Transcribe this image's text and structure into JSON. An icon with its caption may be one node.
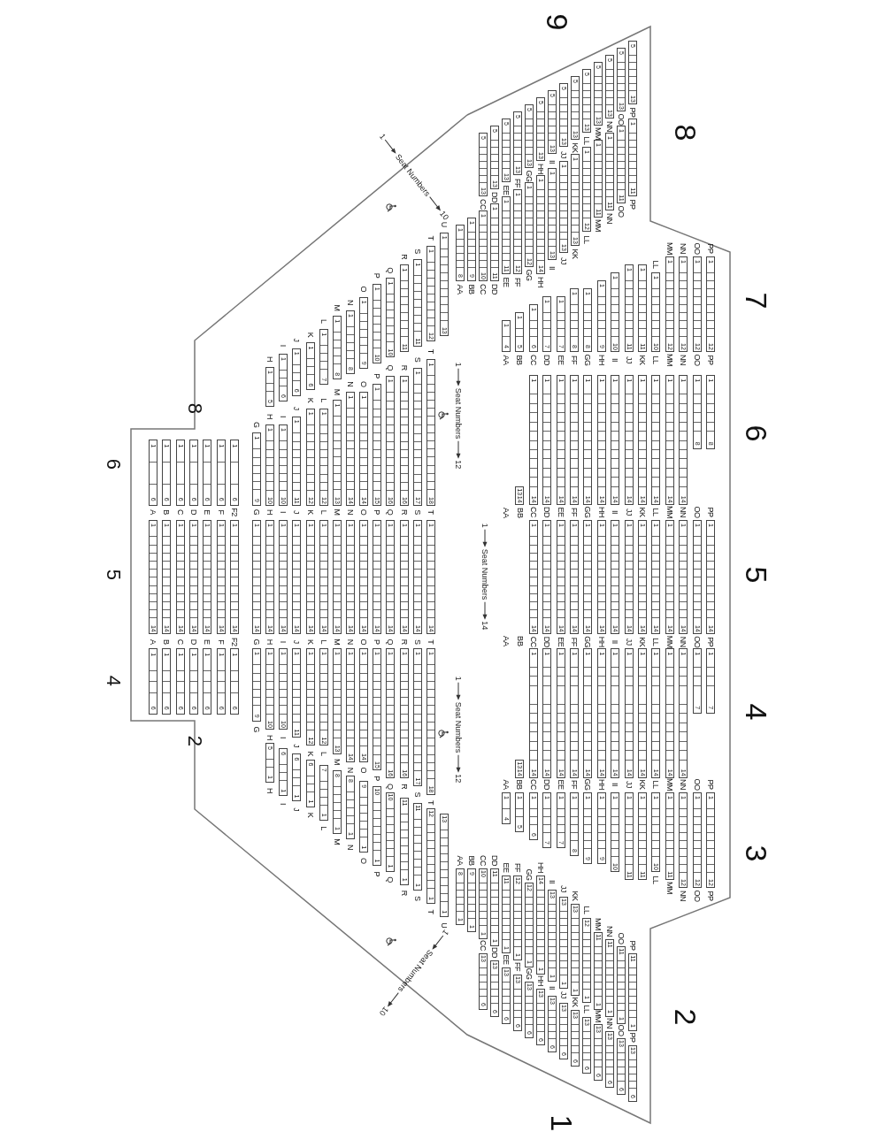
{
  "diagram": {
    "nodes": [
      {
        "text": [
          "1",
          "6"
        ]
      },
      {
        "text": [
          "1",
          "6"
        ]
      },
      {
        "text": [
          "1",
          "6"
        ]
      },
      {
        "text": [
          "1",
          "6"
        ]
      },
      {
        "text": [
          "1",
          "6"
        ]
      },
      {
        "text": [
          "1",
          "6"
        ]
      },
      {
        "text": [
          "1",
          "6"
        ]
      },
      {
        "text": [
          "1",
          "14"
        ],
        "beside": [
          "A",
          "A"
        ]
      },
      {
        "text": [
          "1",
          "14"
        ],
        "beside": [
          "B",
          "B"
        ]
      },
      {
        "text": [
          "1",
          "14"
        ],
        "beside": [
          "C",
          "C"
        ]
      },
      {
        "text": [
          "1",
          "14"
        ],
        "beside": [
          "D",
          "D"
        ]
      },
      {
        "text": [
          "1",
          "14"
        ],
        "beside": [
          "E",
          "E"
        ]
      },
      {
        "text": [
          "1",
          "14"
        ],
        "beside": [
          "F",
          "F"
        ]
      },
      {
        "text": [
          "1",
          "14"
        ],
        "beside": [
          "F2",
          "F2"
        ]
      },
      {
        "text": [
          "1",
          "6"
        ]
      },
      {
        "text": [
          "1",
          "6"
        ]
      },
      {
        "text": [
          "1",
          "6"
        ]
      },
      {
        "text": [
          "1",
          "6"
        ]
      },
      {
        "text": [
          "1",
          "6"
        ]
      },
      {
        "text": [
          "1",
          "6"
        ]
      },
      {
        "text": [
          "1",
          "6"
        ]
      },
      {
        "text": [
          "1",
          "9"
        ],
        "beside": [
          "G"
        ]
      },
      {
        "text": [
          "1",
          "10"
        ],
        "beside": [
          "H"
        ]
      },
      {
        "text": [
          "1",
          "10"
        ],
        "beside": [
          "I"
        ]
      },
      {
        "text": [
          "1",
          "11"
        ],
        "beside": [
          "J"
        ]
      },
      {
        "text": [
          "1",
          "12"
        ],
        "beside": [
          "K"
        ]
      },
      {
        "text": [
          "1",
          "12"
        ],
        "beside": [
          "L"
        ]
      },
      {
        "text": [
          "1",
          "13"
        ],
        "beside": [
          "M"
        ]
      },
      {
        "text": [
          "1",
          "14"
        ],
        "beside": [
          "N"
        ]
      },
      {
        "text": [
          "1",
          "14"
        ],
        "beside": [
          "O"
        ]
      },
      {
        "text": [
          "1",
          "15"
        ],
        "beside": [
          "P"
        ]
      },
      {
        "text": [
          "1",
          "16"
        ],
        "beside": [
          "Q"
        ]
      },
      {
        "text": [
          "1",
          "16"
        ],
        "beside": [
          "R"
        ]
      },
      {
        "text": [
          "1",
          "17"
        ],
        "beside": [
          "S"
        ]
      },
      {
        "text": [
          "1",
          "18"
        ],
        "beside": [
          "T"
        ]
      },
      {
        "text": [
          "1",
          "14"
        ],
        "beside": [
          "G",
          "G"
        ]
      },
      {
        "text": [
          "1",
          "14"
        ],
        "beside": [
          "H",
          "H"
        ]
      },
      {
        "text": [
          "1",
          "14"
        ],
        "beside": [
          "I",
          "I"
        ]
      },
      {
        "text": [
          "1",
          "14"
        ],
        "beside": [
          "J",
          "J"
        ]
      },
      {
        "text": [
          "1",
          "14"
        ],
        "beside": [
          "K",
          "K"
        ]
      },
      {
        "text": [
          "1",
          "14"
        ],
        "beside": [
          "L",
          "L"
        ]
      },
      {
        "text": [
          "1",
          "14"
        ],
        "beside": [
          "M",
          "M"
        ]
      },
      {
        "text": [
          "1",
          "14"
        ],
        "beside": [
          "N",
          "N"
        ]
      },
      {
        "text": [
          "1",
          "14"
        ],
        "beside": [
          "O",
          "O"
        ]
      },
      {
        "text": [
          "1",
          "14"
        ],
        "beside": [
          "P",
          "P"
        ]
      },
      {
        "text": [
          "1",
          "14"
        ],
        "beside": [
          "Q",
          "Q"
        ]
      },
      {
        "text": [
          "1",
          "14"
        ],
        "beside": [
          "R",
          "R"
        ]
      },
      {
        "text": [
          "1",
          "14"
        ],
        "beside": [
          "S",
          "S"
        ]
      },
      {
        "text": [
          "1",
          "14"
        ],
        "beside": [
          "T",
          "T"
        ]
      },
      {
        "text": [
          "1",
          "9"
        ],
        "beside": [
          "G"
        ]
      },
      {
        "text": [
          "1",
          "10"
        ],
        "beside": [
          "H"
        ]
      },
      {
        "text": [
          "1",
          "10"
        ],
        "beside": [
          "I"
        ]
      },
      {
        "text": [
          "1",
          "11"
        ],
        "beside": [
          "J"
        ]
      },
      {
        "text": [
          "1",
          "12"
        ],
        "beside": [
          "K"
        ]
      },
      {
        "text": [
          "1",
          "12"
        ],
        "beside": [
          "L"
        ]
      },
      {
        "text": [
          "1",
          "13"
        ],
        "beside": [
          "M"
        ]
      },
      {
        "text": [
          "1",
          "14"
        ],
        "beside": [
          "N"
        ]
      },
      {
        "text": [
          "1",
          "14"
        ],
        "beside": [
          "O"
        ]
      },
      {
        "text": [
          "1",
          "15"
        ],
        "beside": [
          "P"
        ]
      },
      {
        "text": [
          "1",
          "16"
        ],
        "beside": [
          "Q"
        ]
      },
      {
        "text": [
          "1",
          "16"
        ],
        "beside": [
          "R"
        ]
      },
      {
        "text": [
          "1",
          "17"
        ],
        "beside": [
          "S"
        ]
      },
      {
        "text": [
          "1",
          "18"
        ],
        "beside": [
          "T"
        ]
      },
      {
        "text": [
          "1",
          "5"
        ],
        "beside": [
          "H"
        ]
      },
      {
        "text": [
          "1",
          "6"
        ],
        "beside": [
          "I"
        ]
      },
      {
        "text": [
          "1",
          "6"
        ],
        "beside": [
          "J"
        ]
      },
      {
        "text": [
          "1",
          "6"
        ],
        "beside": [
          "K"
        ]
      },
      {
        "text": [
          "1",
          "7"
        ],
        "beside": [
          "L"
        ]
      },
      {
        "text": [
          "1",
          "8"
        ],
        "beside": [
          "M"
        ]
      },
      {
        "text": [
          "1",
          "8"
        ],
        "beside": [
          "N"
        ]
      },
      {
        "text": [
          "1",
          "9"
        ],
        "beside": [
          "O"
        ]
      },
      {
        "text": [
          "1",
          "10"
        ],
        "beside": [
          "P"
        ]
      },
      {
        "text": [
          "1",
          "10"
        ],
        "beside": [
          "Q"
        ]
      },
      {
        "text": [
          "1",
          "11"
        ],
        "beside": [
          "R"
        ]
      },
      {
        "text": [
          "1",
          "11"
        ],
        "beside": [
          "S"
        ]
      },
      {
        "text": [
          "1",
          "12"
        ],
        "beside": [
          "T"
        ]
      },
      {
        "text": [
          "1",
          "13"
        ],
        "beside": [
          "U"
        ]
      },
      {
        "text": [
          "5",
          "1"
        ],
        "beside": [
          "H"
        ]
      },
      {
        "text": [
          "6",
          "1"
        ],
        "beside": [
          "I"
        ]
      },
      {
        "text": [
          "6",
          "1"
        ],
        "beside": [
          "J"
        ]
      },
      {
        "text": [
          "6",
          "1"
        ],
        "beside": [
          "K"
        ]
      },
      {
        "text": [
          "7",
          "1"
        ],
        "beside": [
          "L"
        ]
      },
      {
        "text": [
          "8",
          "1"
        ],
        "beside": [
          "M"
        ]
      },
      {
        "text": [
          "8",
          "1"
        ],
        "beside": [
          "N"
        ]
      },
      {
        "text": [
          "9",
          "1"
        ],
        "beside": [
          "O"
        ]
      },
      {
        "text": [
          "10",
          "1"
        ],
        "beside": [
          "P"
        ]
      },
      {
        "text": [
          "10",
          "1"
        ],
        "beside": [
          "Q"
        ]
      },
      {
        "text": [
          "11",
          "1"
        ],
        "beside": [
          "R"
        ]
      },
      {
        "text": [
          "11",
          "1"
        ],
        "beside": [
          "S"
        ]
      },
      {
        "text": [
          "12",
          "1"
        ],
        "beside": [
          "T"
        ]
      },
      {
        "text": [
          "13",
          "1"
        ],
        "beside": [
          "U"
        ]
      },
      {
        "text": [
          "1",
          "4"
        ],
        "beside": [
          "AA"
        ]
      },
      {
        "text": [
          "1",
          "5"
        ],
        "beside": [
          "BB"
        ]
      },
      {
        "text": [
          "1",
          "6"
        ],
        "beside": [
          "CC"
        ]
      },
      {
        "text": [
          "1",
          "7"
        ],
        "beside": [
          "DD"
        ]
      },
      {
        "text": [
          "1",
          "7"
        ],
        "beside": [
          "EE"
        ]
      },
      {
        "text": [
          "1",
          "8"
        ],
        "beside": [
          "FF"
        ]
      },
      {
        "text": [
          "1",
          "8"
        ],
        "beside": [
          "GG"
        ]
      },
      {
        "text": [
          "1",
          "9"
        ],
        "beside": [
          "HH"
        ]
      },
      {
        "text": [
          "1",
          "10"
        ],
        "beside": [
          "II"
        ]
      },
      {
        "text": [
          "1",
          "11"
        ],
        "beside": [
          "JJ"
        ]
      },
      {
        "text": [
          "1",
          "11"
        ],
        "beside": [
          "KK"
        ]
      },
      {
        "text": [
          "1",
          "10"
        ],
        "beside": [
          "LL",
          "LL"
        ]
      },
      {
        "text": [
          "1",
          "12"
        ],
        "beside": [
          "MM",
          "MM"
        ]
      },
      {
        "text": [
          "1",
          "12"
        ],
        "beside": [
          "NN",
          "NN"
        ]
      },
      {
        "text": [
          "1",
          "12"
        ],
        "beside": [
          "OO",
          "OO"
        ]
      },
      {
        "text": [
          "1",
          "12"
        ],
        "beside": [
          "PP",
          "PP"
        ]
      },
      {
        "text": [
          "13",
          "14"
        ]
      },
      {
        "text": [
          "1",
          "14"
        ]
      },
      {
        "text": [
          "1",
          "14"
        ]
      },
      {
        "text": [
          "1",
          "14"
        ]
      },
      {
        "text": [
          "1",
          "14"
        ]
      },
      {
        "text": [
          "1",
          "14"
        ]
      },
      {
        "text": [
          "1",
          "14"
        ]
      },
      {
        "text": [
          "1",
          "14"
        ]
      },
      {
        "text": [
          "1",
          "14"
        ]
      },
      {
        "text": [
          "1",
          "14"
        ]
      },
      {
        "text": [
          "1",
          "14"
        ]
      },
      {
        "text": [
          "1",
          "14"
        ]
      },
      {
        "text": [
          "1",
          "14"
        ]
      },
      {
        "text": [
          "1",
          "8"
        ]
      },
      {
        "text": [
          "1",
          "8"
        ]
      },
      {
        "text": [
          "1",
          "14"
        ],
        "beside": [
          "CC",
          "CC"
        ]
      },
      {
        "text": [
          "1",
          "14"
        ],
        "beside": [
          "DD",
          "DD"
        ]
      },
      {
        "text": [
          "1",
          "14"
        ],
        "beside": [
          "EE",
          "EE"
        ]
      },
      {
        "text": [
          "1",
          "14"
        ],
        "beside": [
          "FF",
          "FF"
        ]
      },
      {
        "text": [
          "1",
          "14"
        ],
        "beside": [
          "GG",
          "GG"
        ]
      },
      {
        "text": [
          "1",
          "14"
        ],
        "beside": [
          "HH",
          "HH"
        ]
      },
      {
        "text": [
          "1",
          "14"
        ],
        "beside": [
          "II",
          "II"
        ]
      },
      {
        "text": [
          "1",
          "14"
        ],
        "beside": [
          "JJ",
          "JJ"
        ]
      },
      {
        "text": [
          "1",
          "14"
        ],
        "beside": [
          "KK",
          "KK"
        ]
      },
      {
        "text": [
          "1",
          "14"
        ],
        "beside": [
          "LL",
          "LL"
        ]
      },
      {
        "text": [
          "1",
          "14"
        ],
        "beside": [
          "MM",
          "MM"
        ]
      },
      {
        "text": [
          "1",
          "14"
        ],
        "beside": [
          "NN",
          "NN"
        ]
      },
      {
        "text": [
          "1",
          "14"
        ],
        "beside": [
          "OO",
          "OO"
        ]
      },
      {
        "text": [
          "1",
          "14"
        ],
        "beside": [
          "PP",
          "PP"
        ]
      },
      {
        "text": [
          "13",
          "14"
        ]
      },
      {
        "text": [
          "1",
          "14"
        ]
      },
      {
        "text": [
          "1",
          "14"
        ]
      },
      {
        "text": [
          "1",
          "14"
        ]
      },
      {
        "text": [
          "1",
          "14"
        ]
      },
      {
        "text": [
          "1",
          "14"
        ]
      },
      {
        "text": [
          "1",
          "14"
        ]
      },
      {
        "text": [
          "1",
          "14"
        ]
      },
      {
        "text": [
          "1",
          "14"
        ]
      },
      {
        "text": [
          "1",
          "14"
        ]
      },
      {
        "text": [
          "1",
          "14"
        ]
      },
      {
        "text": [
          "1",
          "14"
        ]
      },
      {
        "text": [
          "1",
          "14"
        ]
      },
      {
        "text": [
          "1",
          "7"
        ]
      },
      {
        "text": [
          "1",
          "7"
        ]
      },
      {
        "text": [
          "1",
          "4"
        ],
        "beside": [
          "AA"
        ]
      },
      {
        "text": [
          "1",
          "5"
        ],
        "beside": [
          "BB"
        ]
      },
      {
        "text": [
          "1",
          "6"
        ],
        "beside": [
          "CC"
        ]
      },
      {
        "text": [
          "1",
          "7"
        ],
        "beside": [
          "DD"
        ]
      },
      {
        "text": [
          "1",
          "7"
        ],
        "beside": [
          "EE"
        ]
      },
      {
        "text": [
          "1",
          "8"
        ],
        "beside": [
          "FF"
        ]
      },
      {
        "text": [
          "1",
          "9"
        ],
        "beside": [
          "GG"
        ]
      },
      {
        "text": [
          "1",
          "9"
        ],
        "beside": [
          "HH"
        ]
      },
      {
        "text": [
          "1",
          "10"
        ],
        "beside": [
          "II"
        ]
      },
      {
        "text": [
          "1",
          "11"
        ],
        "beside": [
          "JJ"
        ]
      },
      {
        "text": [
          "1",
          "11"
        ],
        "beside": [
          "KK"
        ]
      },
      {
        "text": [
          "1",
          "10"
        ],
        "beside": [
          "LL",
          "LL"
        ]
      },
      {
        "text": [
          "1",
          "11"
        ],
        "beside": [
          "MM",
          "MM"
        ]
      },
      {
        "text": [
          "1",
          "12"
        ],
        "beside": [
          "NN",
          "NN"
        ]
      },
      {
        "text": [
          "1",
          "12"
        ],
        "beside": [
          "OO",
          "OO"
        ]
      },
      {
        "text": [
          "1",
          "12"
        ],
        "beside": [
          "PP",
          "PP"
        ]
      },
      {
        "text": [
          "5",
          "13"
        ],
        "beside": [
          "CC"
        ]
      },
      {
        "text": [
          "5",
          "13"
        ],
        "beside": [
          "DD"
        ]
      },
      {
        "text": [
          "5",
          "13"
        ],
        "beside": [
          "EE"
        ]
      },
      {
        "text": [
          "5",
          "13"
        ],
        "beside": [
          "FF"
        ]
      },
      {
        "text": [
          "5",
          "13"
        ],
        "beside": [
          "GG"
        ]
      },
      {
        "text": [
          "5",
          "13"
        ],
        "beside": [
          "HH"
        ]
      },
      {
        "text": [
          "5",
          "13"
        ],
        "beside": [
          "II"
        ]
      },
      {
        "text": [
          "5",
          "13"
        ],
        "beside": [
          "JJ"
        ]
      },
      {
        "text": [
          "5",
          "13"
        ],
        "beside": [
          "KK"
        ]
      },
      {
        "text": [
          "5",
          "13"
        ],
        "beside": [
          "LL"
        ]
      },
      {
        "text": [
          "5",
          "13"
        ],
        "beside": [
          "MM"
        ]
      },
      {
        "text": [
          "5",
          "13"
        ],
        "beside": [
          "NN"
        ]
      },
      {
        "text": [
          "5",
          "13"
        ],
        "beside": [
          "OO"
        ]
      },
      {
        "text": [
          "5",
          "13"
        ],
        "beside": [
          "PP"
        ]
      },
      {
        "text": [
          "1",
          "8"
        ],
        "beside": [
          "AA"
        ]
      },
      {
        "text": [
          "1",
          "9"
        ],
        "beside": [
          "BB"
        ]
      },
      {
        "text": [
          "1",
          "10"
        ],
        "beside": [
          "CC"
        ]
      },
      {
        "text": [
          "1",
          "11"
        ],
        "beside": [
          "DD"
        ]
      },
      {
        "text": [
          "1",
          "11"
        ],
        "beside": [
          "EE"
        ]
      },
      {
        "text": [
          "1",
          "12"
        ],
        "beside": [
          "FF"
        ]
      },
      {
        "text": [
          "1",
          "12"
        ],
        "beside": [
          "GG"
        ]
      },
      {
        "text": [
          "1",
          "14"
        ],
        "beside": [
          "HH"
        ]
      },
      {
        "text": [
          "1",
          "13"
        ],
        "beside": [
          "II"
        ]
      },
      {
        "text": [
          "1",
          "13"
        ],
        "beside": [
          "JJ"
        ]
      },
      {
        "text": [
          "1",
          "13"
        ],
        "beside": [
          "KK"
        ]
      },
      {
        "text": [
          "1",
          "12"
        ],
        "beside": [
          "LL"
        ]
      },
      {
        "text": [
          "1",
          "11"
        ],
        "beside": [
          "MM"
        ]
      },
      {
        "text": [
          "1",
          "11"
        ],
        "beside": [
          "NN"
        ]
      },
      {
        "text": [
          "1",
          "11"
        ],
        "beside": [
          "OO"
        ]
      },
      {
        "text": [
          "1",
          "11"
        ],
        "beside": [
          "PP"
        ]
      },
      {
        "text": [
          "13",
          "6"
        ],
        "beside": [
          "CC"
        ]
      },
      {
        "text": [
          "13",
          "6"
        ],
        "beside": [
          "DD"
        ]
      },
      {
        "text": [
          "13",
          "6"
        ],
        "beside": [
          "EE"
        ]
      },
      {
        "text": [
          "13",
          "6"
        ],
        "beside": [
          "FF"
        ]
      },
      {
        "text": [
          "13",
          "6"
        ],
        "beside": [
          "GG"
        ]
      },
      {
        "text": [
          "13",
          "6"
        ],
        "beside": [
          "HH"
        ]
      },
      {
        "text": [
          "13",
          "6"
        ],
        "beside": [
          "II"
        ]
      },
      {
        "text": [
          "13",
          "6"
        ],
        "beside": [
          "JJ"
        ]
      },
      {
        "text": [
          "13",
          "6"
        ],
        "beside": [
          "KK"
        ]
      },
      {
        "text": [
          "13",
          "6"
        ],
        "beside": [
          "LL"
        ]
      },
      {
        "text": [
          "13",
          "6"
        ],
        "beside": [
          "MM"
        ]
      },
      {
        "text": [
          "13",
          "6"
        ],
        "beside": [
          "NN"
        ]
      },
      {
        "text": [
          "13",
          "6"
        ],
        "beside": [
          "OO"
        ]
      },
      {
        "text": [
          "13",
          "6"
        ],
        "beside": [
          "PP"
        ]
      },
      {
        "text": [
          "8",
          "1"
        ],
        "beside": [
          "AA"
        ]
      },
      {
        "text": [
          "9",
          "1"
        ],
        "beside": [
          "BB"
        ]
      },
      {
        "text": [
          "10",
          "1"
        ],
        "beside": [
          "CC"
        ]
      },
      {
        "text": [
          "11",
          "1"
        ],
        "beside": [
          "DD"
        ]
      },
      {
        "text": [
          "11",
          "1"
        ],
        "beside": [
          "EE"
        ]
      },
      {
        "text": [
          "12",
          "1"
        ],
        "beside": [
          "FF"
        ]
      },
      {
        "text": [
          "12",
          "1"
        ],
        "beside": [
          "GG"
        ]
      },
      {
        "text": [
          "14",
          "1"
        ],
        "beside": [
          "HH"
        ]
      },
      {
        "text": [
          "13",
          "1"
        ],
        "beside": [
          "II"
        ]
      },
      {
        "text": [
          "13",
          "1"
        ],
        "beside": [
          "JJ"
        ]
      },
      {
        "text": [
          "13",
          "1"
        ],
        "beside": [
          "KK"
        ]
      },
      {
        "text": [
          "12",
          "1"
        ],
        "beside": [
          "LL"
        ]
      },
      {
        "text": [
          "11",
          "1"
        ],
        "beside": [
          "MM"
        ]
      },
      {
        "text": [
          "11",
          "1"
        ],
        "beside": [
          "NN"
        ]
      },
      {
        "text": [
          "11",
          "1"
        ],
        "beside": [
          "OO"
        ]
      },
      {
        "text": [
          "11",
          "1"
        ],
        "beside": [
          "PP"
        ]
      }
    ],
    "labels": [
      "9",
      "8",
      "7",
      "6",
      "5",
      "4",
      "3",
      "2",
      "1",
      "8",
      "6",
      "5",
      "4",
      "2",
      "1",
      "Seat Numbers",
      "10",
      "1",
      "Seat Numbers",
      "12",
      "1",
      "Seat Numbers",
      "14",
      "1",
      "Seat Numbers",
      "12",
      "1",
      "Seat Numbers",
      "10",
      "AA",
      "BB",
      "AA",
      "BB"
    ]
  }
}
